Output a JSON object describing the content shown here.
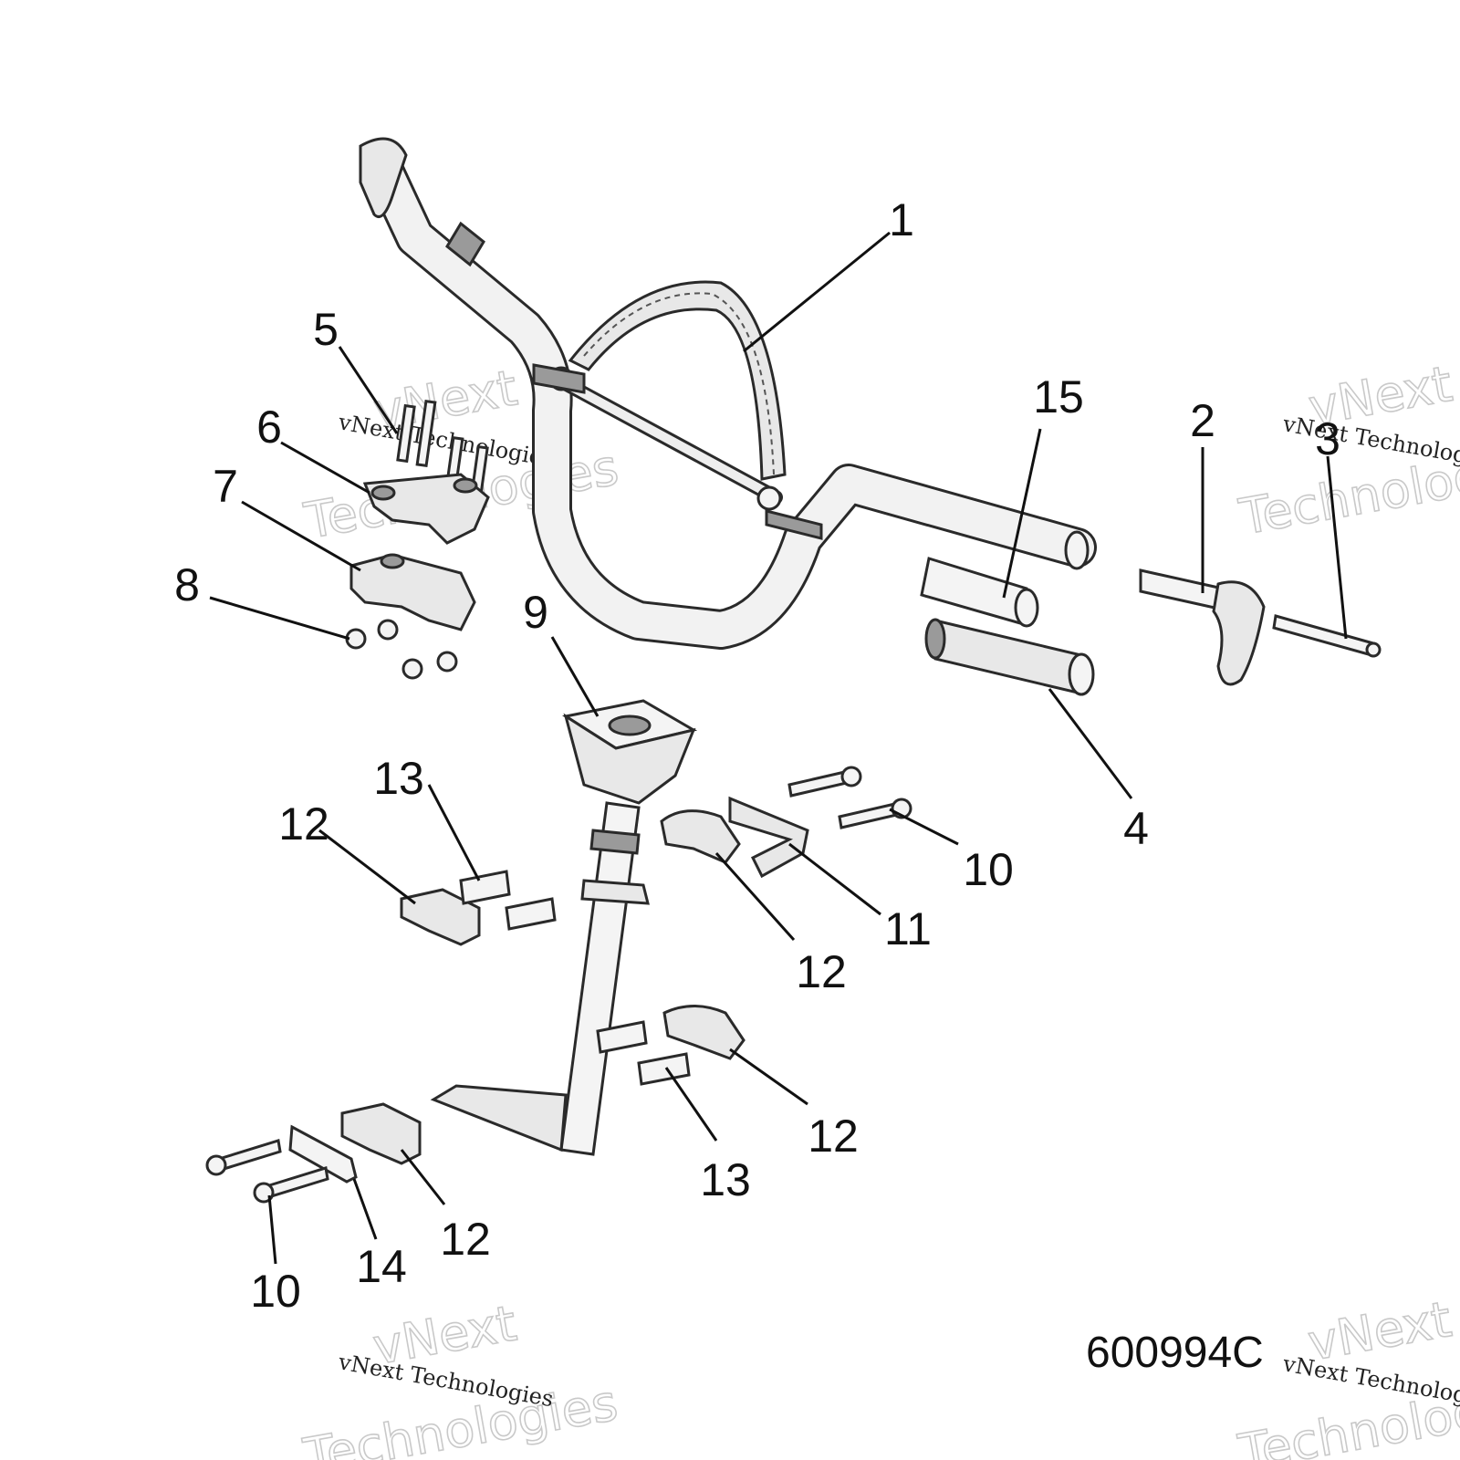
{
  "diagram_id": "600994C",
  "watermark": {
    "line1": "vNext Technologies",
    "line2": "vNext",
    "line3": "Technologies"
  },
  "callouts": {
    "c1": "1",
    "c2": "2",
    "c3": "3",
    "c4": "4",
    "c5": "5",
    "c6": "6",
    "c7": "7",
    "c8": "8",
    "c9": "9",
    "c10a": "10",
    "c10b": "10",
    "c11": "11",
    "c12a": "12",
    "c12b": "12",
    "c12c": "12",
    "c12d": "12",
    "c13a": "13",
    "c13b": "13",
    "c14": "14",
    "c15": "15"
  }
}
